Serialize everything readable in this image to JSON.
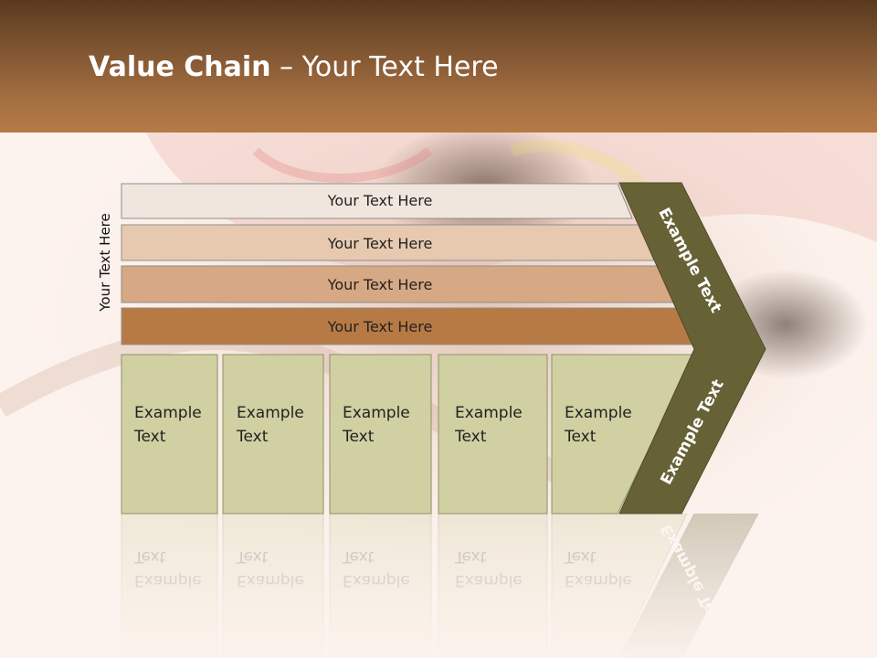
{
  "header": {
    "title_bold": "Value Chain",
    "title_rest": " – Your Text Here"
  },
  "side_label": "Your Text Here",
  "rows": [
    {
      "label": "Your Text Here",
      "color": "#f1e6de"
    },
    {
      "label": "Your Text Here",
      "color": "#e7c9b0"
    },
    {
      "label": "Your Text Here",
      "color": "#d7a884"
    },
    {
      "label": "Your Text Here",
      "color": "#b87a45"
    }
  ],
  "cells": [
    {
      "label": "Example Text"
    },
    {
      "label": "Example Text"
    },
    {
      "label": "Example Text"
    },
    {
      "label": "Example Text"
    },
    {
      "label": "Example Text"
    }
  ],
  "chevron": {
    "upper_label": "Example Text",
    "lower_label": "Example Text",
    "color": "#676236"
  },
  "colors": {
    "cell_fill": "#d0d0a2",
    "cell_border": "#8f8f6a",
    "header_bottom": "#b57a45"
  }
}
